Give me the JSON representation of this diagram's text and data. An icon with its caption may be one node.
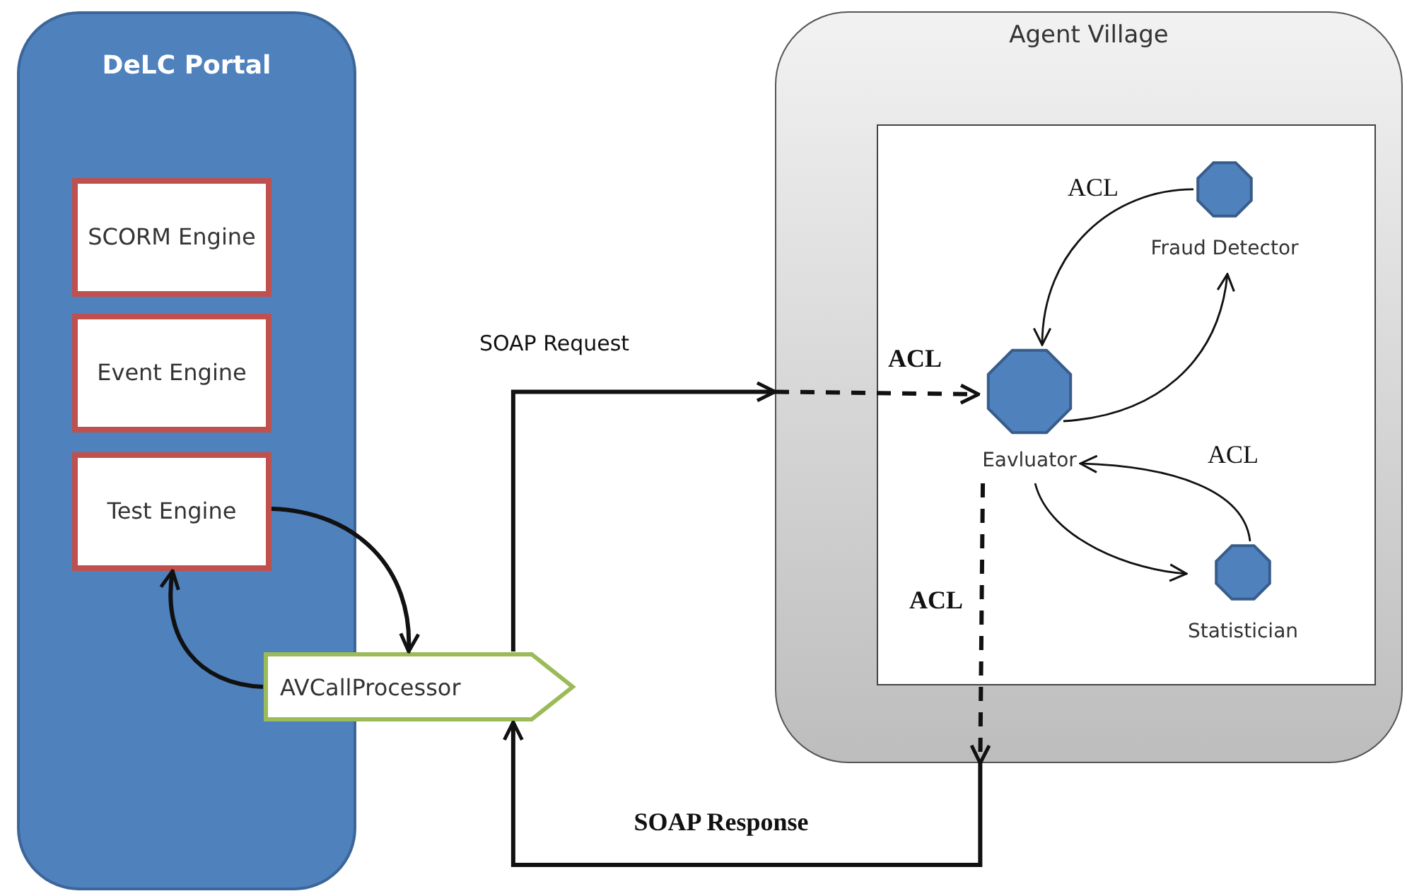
{
  "diagram": {
    "nodes": [
      {
        "text": [
          "DeLC Portal"
        ]
      },
      {
        "text": [
          "SCORM Engine"
        ],
        "in": 0
      },
      {
        "text": [
          "Event Engine"
        ],
        "in": 0
      },
      {
        "text": [
          "Test Engine"
        ],
        "in": 0
      },
      {
        "text": [
          "AVCallProcessor"
        ]
      },
      {
        "text": [
          "Agent Village"
        ]
      },
      {
        "text": [],
        "shape": "box",
        "in": 5
      },
      {
        "text": [],
        "shape": "octagon",
        "beside": [
          "Fraud Detector"
        ],
        "in": 6
      },
      {
        "text": [],
        "shape": "octagon",
        "beside": [
          "Eavluator"
        ],
        "in": 6
      },
      {
        "text": [],
        "shape": "octagon",
        "beside": [
          "Statistician"
        ],
        "in": 6
      }
    ],
    "edges": [
      {
        "from": 3,
        "to": 4,
        "arrow": "to"
      },
      {
        "from": 4,
        "to": 3,
        "arrow": "to"
      },
      {
        "from": 4,
        "to": 5,
        "arrow": "to",
        "label": "SOAP Request"
      },
      {
        "from": 5,
        "to": 8,
        "arrow": "to",
        "style": "dashed",
        "label": "ACL"
      },
      {
        "from": 7,
        "to": 8,
        "arrow": "to",
        "label": "ACL"
      },
      {
        "from": 8,
        "to": 7,
        "arrow": "to"
      },
      {
        "from": 9,
        "to": 8,
        "arrow": "to",
        "label": "ACL"
      },
      {
        "from": 8,
        "to": 9,
        "arrow": "to"
      },
      {
        "from": 8,
        "to": 5,
        "arrow": "to",
        "style": "dashed",
        "label": "ACL"
      },
      {
        "from": 5,
        "to": 4,
        "arrow": "to",
        "label": "SOAP Response"
      }
    ]
  }
}
